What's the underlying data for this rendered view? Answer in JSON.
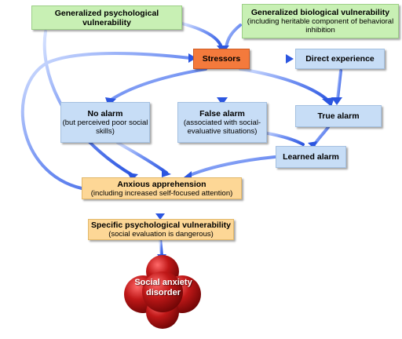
{
  "nodes": {
    "gen_psych": {
      "title": "Generalized psychological vulnerability",
      "sub": ""
    },
    "gen_bio": {
      "title": "Generalized biological vulnerability",
      "sub": "(including heritable component of behavioral inhibition"
    },
    "stressors": {
      "title": "Stressors"
    },
    "direct": {
      "title": "Direct experience"
    },
    "no_alarm": {
      "title": "No alarm",
      "sub": "(but perceived poor social skills)"
    },
    "false_alarm": {
      "title": "False alarm",
      "sub": "(associated with social-evaluative situations)"
    },
    "true_alarm": {
      "title": "True alarm"
    },
    "learned": {
      "title": "Learned alarm"
    },
    "anxious": {
      "title": "Anxious apprehension",
      "sub": "(including increased self-focused attention)"
    },
    "specific": {
      "title": "Specific psychological vulnerability",
      "sub": "(social evaluation is dangerous)"
    },
    "disorder": {
      "title": "Social anxiety disorder"
    }
  },
  "colors": {
    "green": "#c8f0b4",
    "blue": "#c7ddf6",
    "tan": "#fdd796",
    "orange": "#f47a3c",
    "red": "#b01212",
    "arrow": "#3a66e6"
  }
}
